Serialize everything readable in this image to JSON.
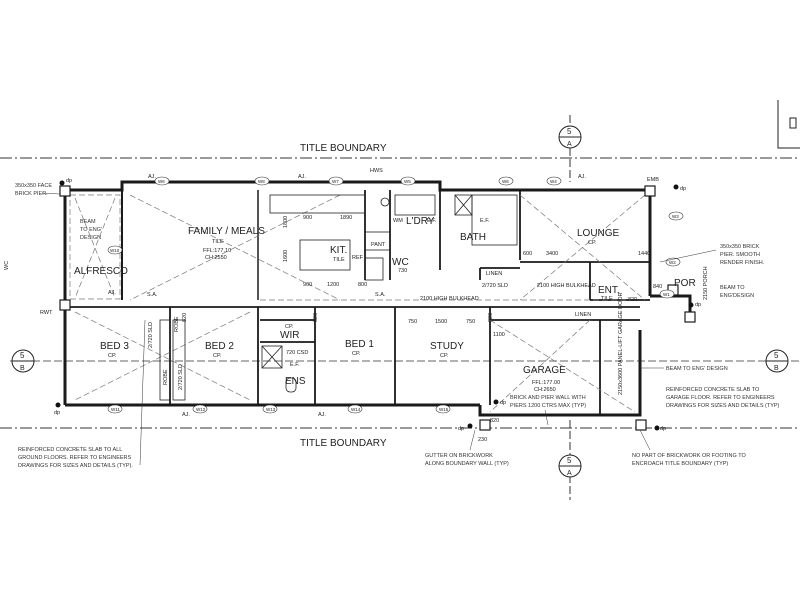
{
  "title_boundary": {
    "top": "TITLE BOUNDARY",
    "bottom": "TITLE BOUNDARY"
  },
  "section_marks": [
    {
      "num": "5",
      "letter": "A"
    },
    {
      "num": "5",
      "letter": "A"
    },
    {
      "num": "5",
      "letter": "B"
    },
    {
      "num": "5",
      "letter": "B"
    }
  ],
  "rooms": {
    "alfresco": "ALFRESCO",
    "family": "FAMILY / MEALS",
    "family_finish": "TILE",
    "family_ffl": "FFL:177.10",
    "family_ch": "CH:2550",
    "kit": "KIT.",
    "kit_finish": "TILE",
    "pant": "PANT",
    "ref": "REF",
    "wm": "WM",
    "ldry": "L'DRY",
    "wc": "WC",
    "bath": "BATH",
    "linen": "LINEN",
    "lounge": "LOUNGE",
    "lounge_finish": "CP.",
    "ent": "ENT.",
    "ent_finish": "TILE",
    "por": "POR",
    "bed3": "BED 3",
    "bed3_finish": "CP.",
    "bed2": "BED 2",
    "bed2_finish": "CP.",
    "robe1": "ROBE",
    "robe2": "ROBE",
    "wir": "WIR",
    "wir_finish": "CP.",
    "ens": "ENS",
    "bed1": "BED 1",
    "bed1_finish": "CP.",
    "study": "STUDY",
    "study_finish": "CP.",
    "garage": "GARAGE",
    "garage_ffl": "FFL:177.00",
    "garage_ch": "CH:2650",
    "linen2": "LINEN"
  },
  "dims": {
    "d900a": "900",
    "d1890": "1890",
    "d1800": "1800",
    "d1600": "1600",
    "d900b": "900",
    "d1200": "1200",
    "d800a": "800",
    "d730": "730",
    "d2720sld": "2/720 SLD",
    "d2100hb": "2100 HIGH BULKHEAD",
    "d2100hb2": "2100 HIGH BULKHEAD",
    "d600a": "600",
    "d600b": "600",
    "d3400": "3400",
    "d1440": "1440",
    "d820a": "820",
    "d840": "840",
    "d750a": "750",
    "d1500": "1500",
    "d750b": "750",
    "d1100": "1100",
    "d820b": "820",
    "d820c": "820",
    "d820d": "820",
    "d720csd": "720 CSD",
    "d2720sld2": "2/720 SLD",
    "d2720sld3": "2/720 SLD",
    "d230": "230",
    "d820e": "820",
    "d2150": "2150 PORCH",
    "d2150b": "2150 PORCH",
    "garage_door": "2150x3600 PANEL-LIFT GARAGE DOOR",
    "wc_side": "WC",
    "wc_side2": "WC"
  },
  "window_tags": [
    "W6",
    "W8",
    "W7",
    "W5",
    "W6",
    "W4",
    "W3",
    "W10",
    "W11",
    "W12",
    "W13",
    "W14",
    "W15",
    "W2",
    "W1"
  ],
  "markers": {
    "dp": "dp",
    "aj": "AJ.",
    "sa": "S.A.",
    "ef": "E.F.",
    "hws": "HWS",
    "emb": "EMB",
    "rwt": "RWT"
  },
  "notes": {
    "face_brick": [
      "350x350 FACE",
      "BRICK PIER."
    ],
    "beam_left": [
      "BEAM",
      "TO ENG'",
      "DESIGN"
    ],
    "brick_pier_right": [
      "350x350 BRICK",
      "PIER. SMOOTH",
      "RENDER FINISH."
    ],
    "beam_right": [
      "BEAM TO",
      "ENG'DESIGN"
    ],
    "beam_garage": "BEAM TO ENG' DESIGN",
    "slab_garage": [
      "REINFORCED CONCRETE SLAB TO",
      "GARAGE FLOOR. REFER TO ENGINEERS",
      "DRAWINGS FOR SIZES AND DETAILS (TYP)"
    ],
    "slab_ground": [
      "REINFORCED CONCRETE SLAB TO ALL",
      "GROUND FLOORS. REFER TO ENGINEERS",
      "DRAWINGS FOR SIZES AND DETAILS (TYP)."
    ],
    "gutter": [
      "GUTTER ON BRICKWORK",
      "ALONG BOUNDARY WALL (TYP)"
    ],
    "brick_pier_wall": [
      "BRICK AND PIER WALL WITH",
      "PIERS 1200 CTRS MAX (TYP)"
    ],
    "no_part": [
      "NO PART OF BRICKWORK OR FOOTING TO",
      "ENCROACH TITLE BOUNDARY (TYP)"
    ]
  },
  "colors": {
    "line": "#1a1a1a",
    "hatch": "#555555",
    "thin": "#888888"
  }
}
